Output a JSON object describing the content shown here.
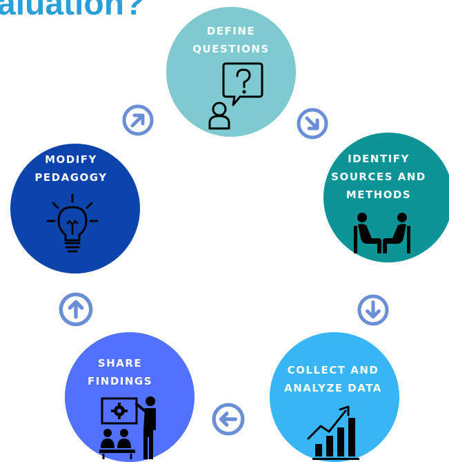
{
  "title": "aluation?",
  "colors": {
    "define": "#7ecad0",
    "identify": "#0c9497",
    "collect": "#38b5f5",
    "share": "#5271ff",
    "modify": "#0c44ac",
    "arrow": "#6b8fd6",
    "title": "#2a9fd8"
  },
  "steps": [
    {
      "id": "define",
      "lines": [
        "DEFINE",
        "QUESTIONS"
      ],
      "icon": "question-person-icon"
    },
    {
      "id": "identify",
      "lines": [
        "IDENTIFY",
        "SOURCES AND",
        "METHODS"
      ],
      "icon": "interview-icon"
    },
    {
      "id": "collect",
      "lines": [
        "COLLECT AND",
        "ANALYZE DATA"
      ],
      "icon": "growth-chart-icon"
    },
    {
      "id": "share",
      "lines": [
        "SHARE",
        "FINDINGS"
      ],
      "icon": "presentation-icon"
    },
    {
      "id": "modify",
      "lines": [
        "MODIFY",
        "PEDAGOGY"
      ],
      "icon": "lightbulb-icon"
    }
  ],
  "arrows": [
    "arrow-down-right-icon",
    "arrow-down-icon",
    "arrow-left-icon",
    "arrow-up-icon",
    "arrow-up-right-icon"
  ]
}
